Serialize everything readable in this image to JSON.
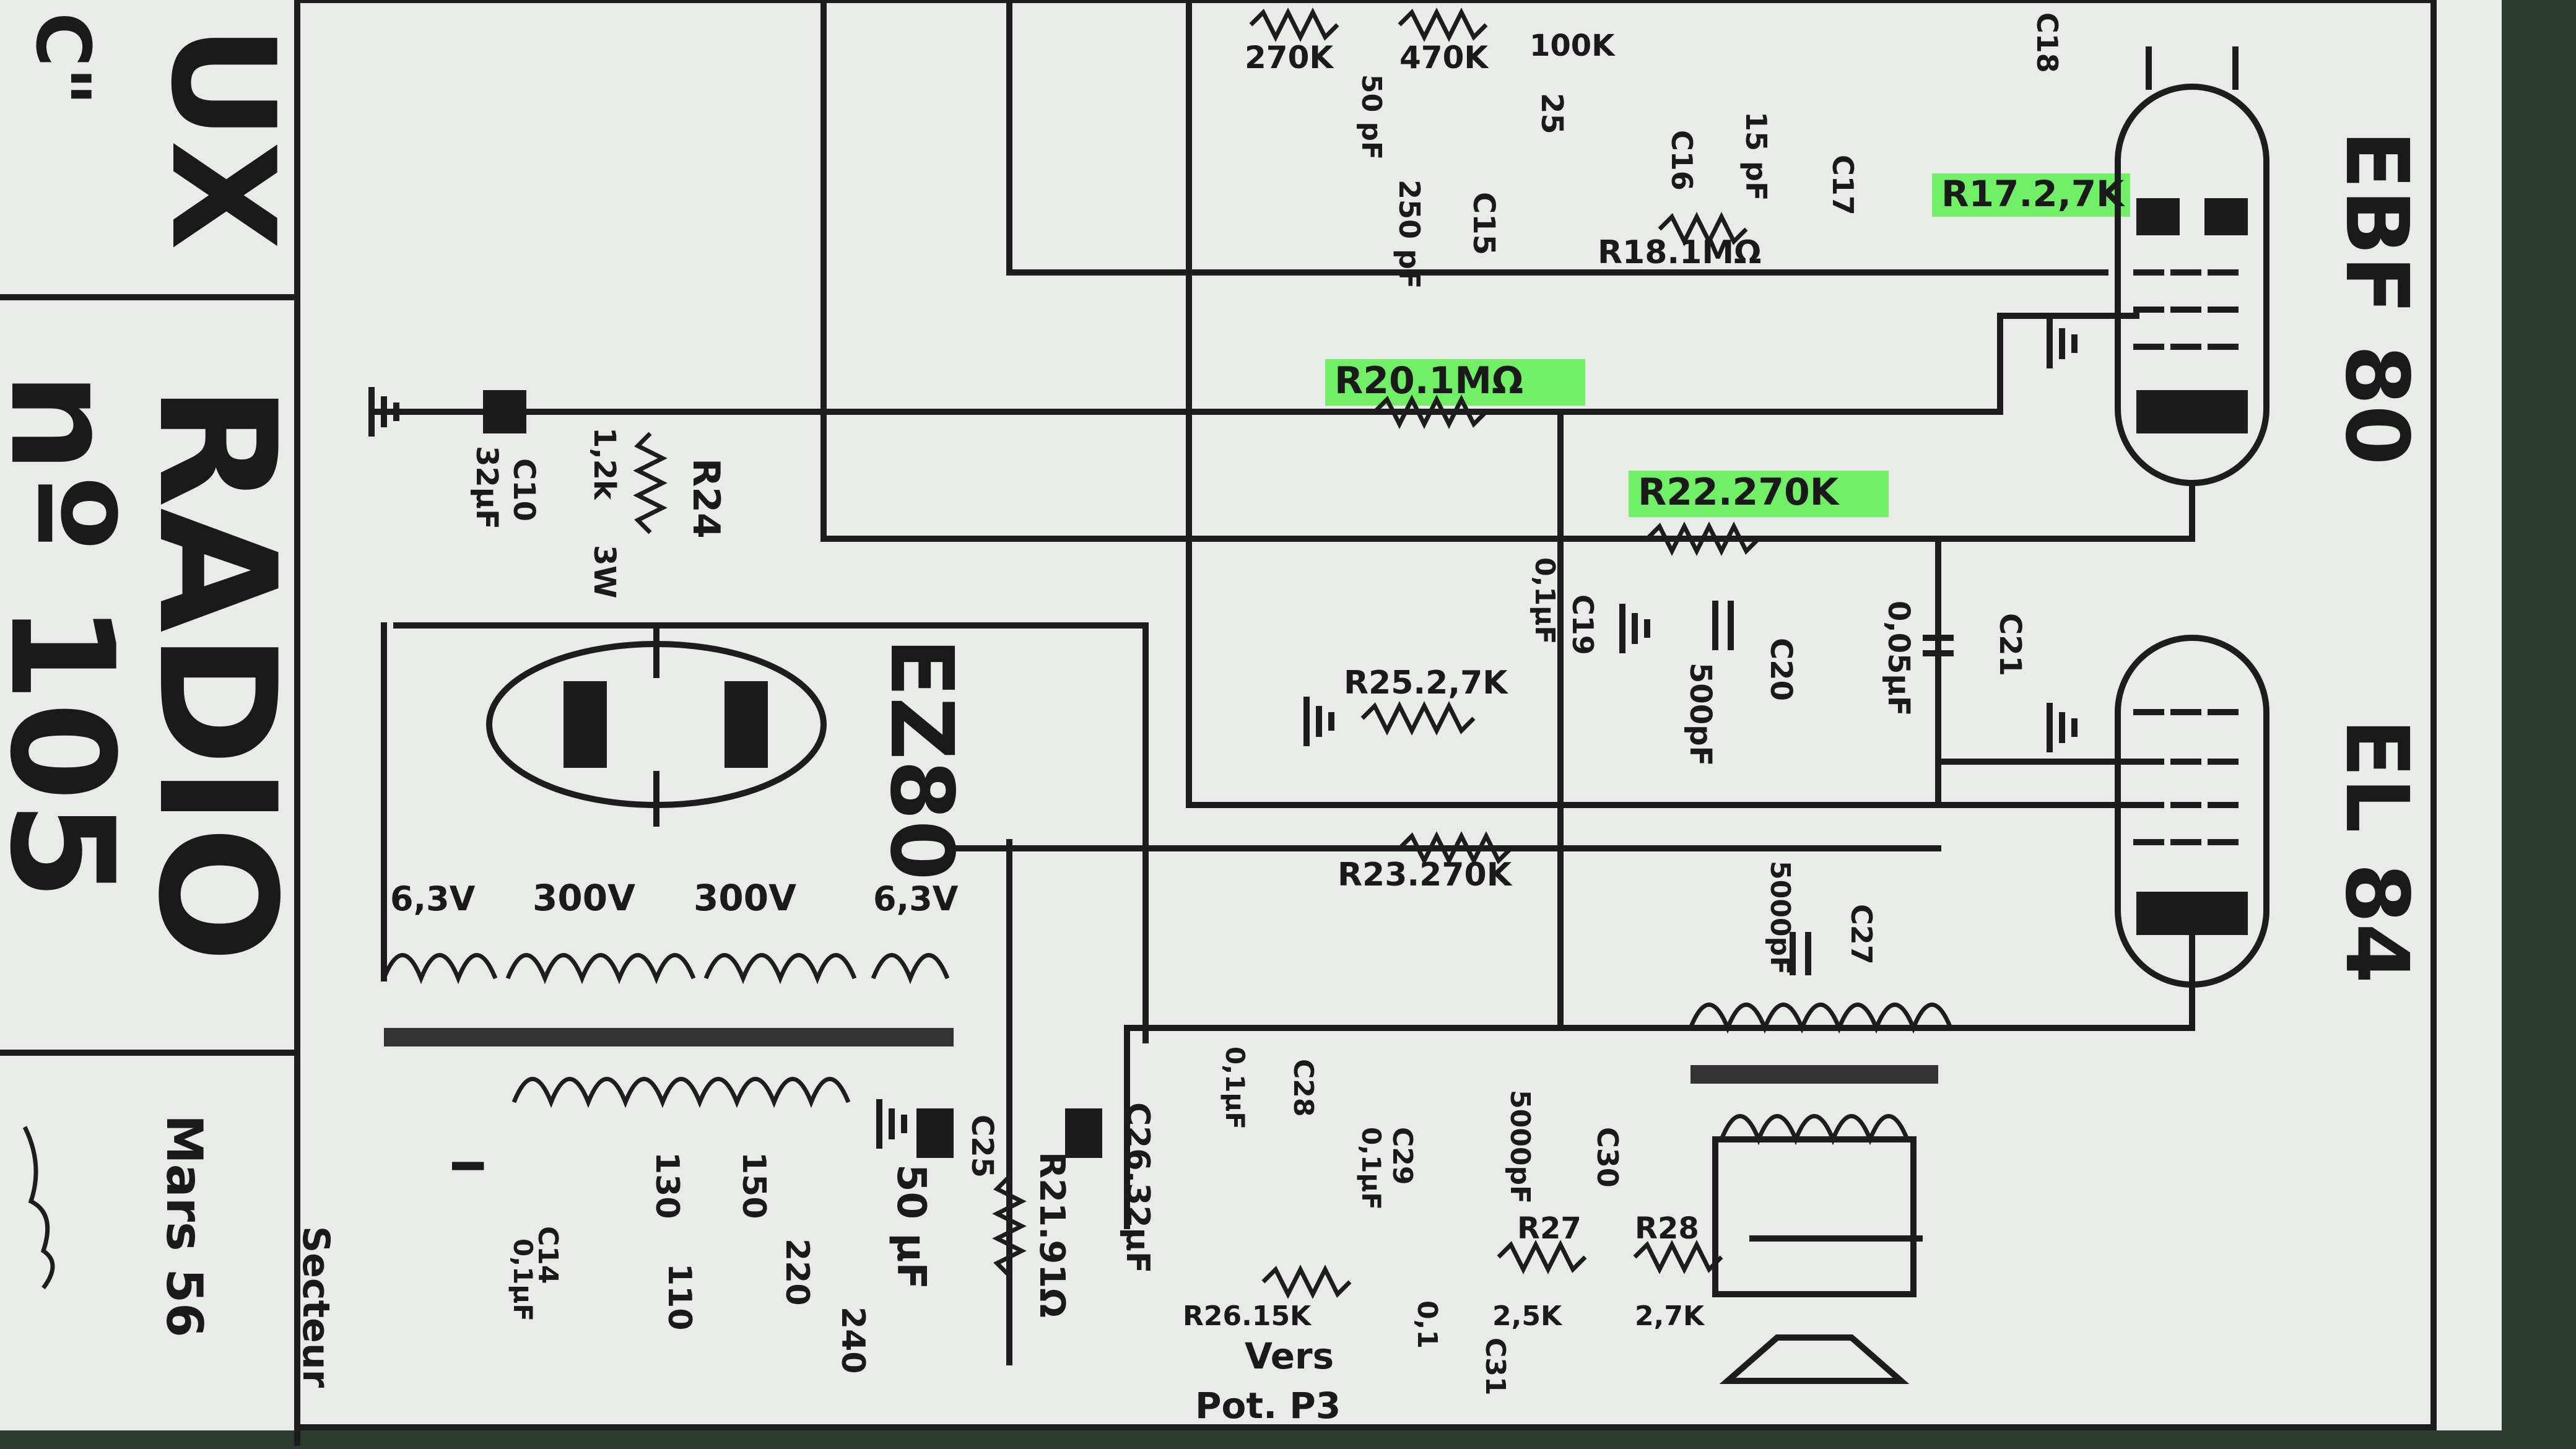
{
  "title_block": {
    "brand_fragment": "UX",
    "quote_fragment": "C\"",
    "word": "RADIO",
    "number": "nº 105",
    "date": "Mars 56"
  },
  "tubes": {
    "ebf80": "EBF 80",
    "el84": "EL 84",
    "ez80": "EZ80"
  },
  "highlighted": {
    "r17": "R17.2,7K",
    "r20": "R20.1MΩ",
    "r22": "R22.270K"
  },
  "resistors": {
    "r18": "R18.1MΩ",
    "r23": "R23.270K",
    "r24": "R24",
    "r24_val": "1,2k",
    "r24_w": "3W",
    "r25": "R25.2,7K",
    "r21": "R21.91Ω",
    "r26": "R26.15K",
    "r27": "R27",
    "r27_val": "2,5K",
    "r28": "R28",
    "r28_val": "2,7K",
    "top_270": "270K",
    "top_470": "470K",
    "top_100": "100K",
    "top_25": "25"
  },
  "capacitors": {
    "c10": "C10",
    "c10_val": "32µF",
    "c15": "C15",
    "c15_val": "250 pF",
    "c17": "C17",
    "c16": "C16",
    "c19": "C19",
    "c19_val": "0,1µF",
    "c20": "C20",
    "c20_val": "500pF",
    "c21": "C21",
    "c21_val": "0,05µF",
    "c27": "C27",
    "c27_val": "5000pF",
    "c25": "C25",
    "c25_val": "50 µF",
    "c26": "C26.32µF",
    "c28": "C28",
    "c28_val": "0,1µF",
    "c29": "C29",
    "c29_val": "0,1µF",
    "c30": "C30",
    "c30_val": "5000pF",
    "c31": "C31",
    "c31_val": "0,1",
    "c18": "C18",
    "c14": "C14",
    "c14_val": "0,1µF",
    "pf15": "15 pF",
    "pf50": "50 pF"
  },
  "transformer": {
    "v63a": "6,3V",
    "v300a": "300V",
    "v300b": "300V",
    "v63b": "6,3V",
    "t130": "130",
    "t110": "110",
    "t150": "150",
    "t220": "220",
    "t240": "240",
    "switch": "I",
    "secteur": "Secteur",
    "vers": "Vers",
    "pot": "Pot. P3"
  }
}
